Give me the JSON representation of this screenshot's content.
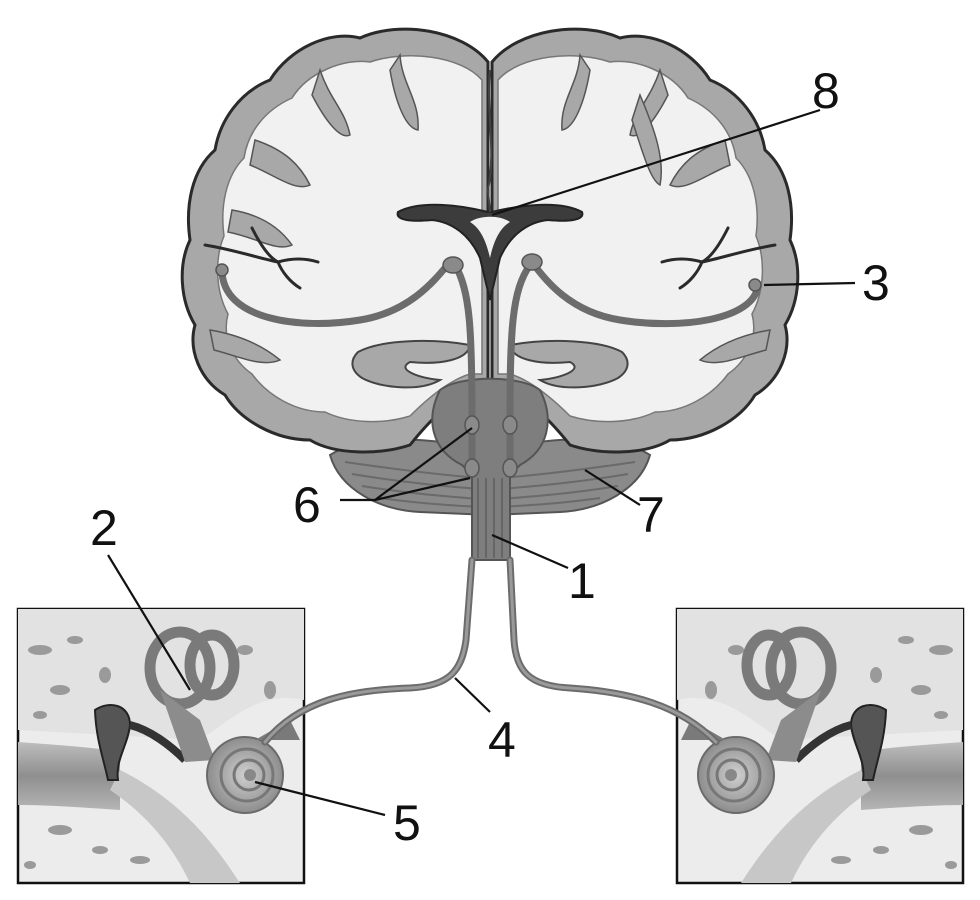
{
  "labels": {
    "l1": "1",
    "l2": "2",
    "l3": "3",
    "l4": "4",
    "l5": "5",
    "l6": "6",
    "l7": "7",
    "l8": "8"
  }
}
